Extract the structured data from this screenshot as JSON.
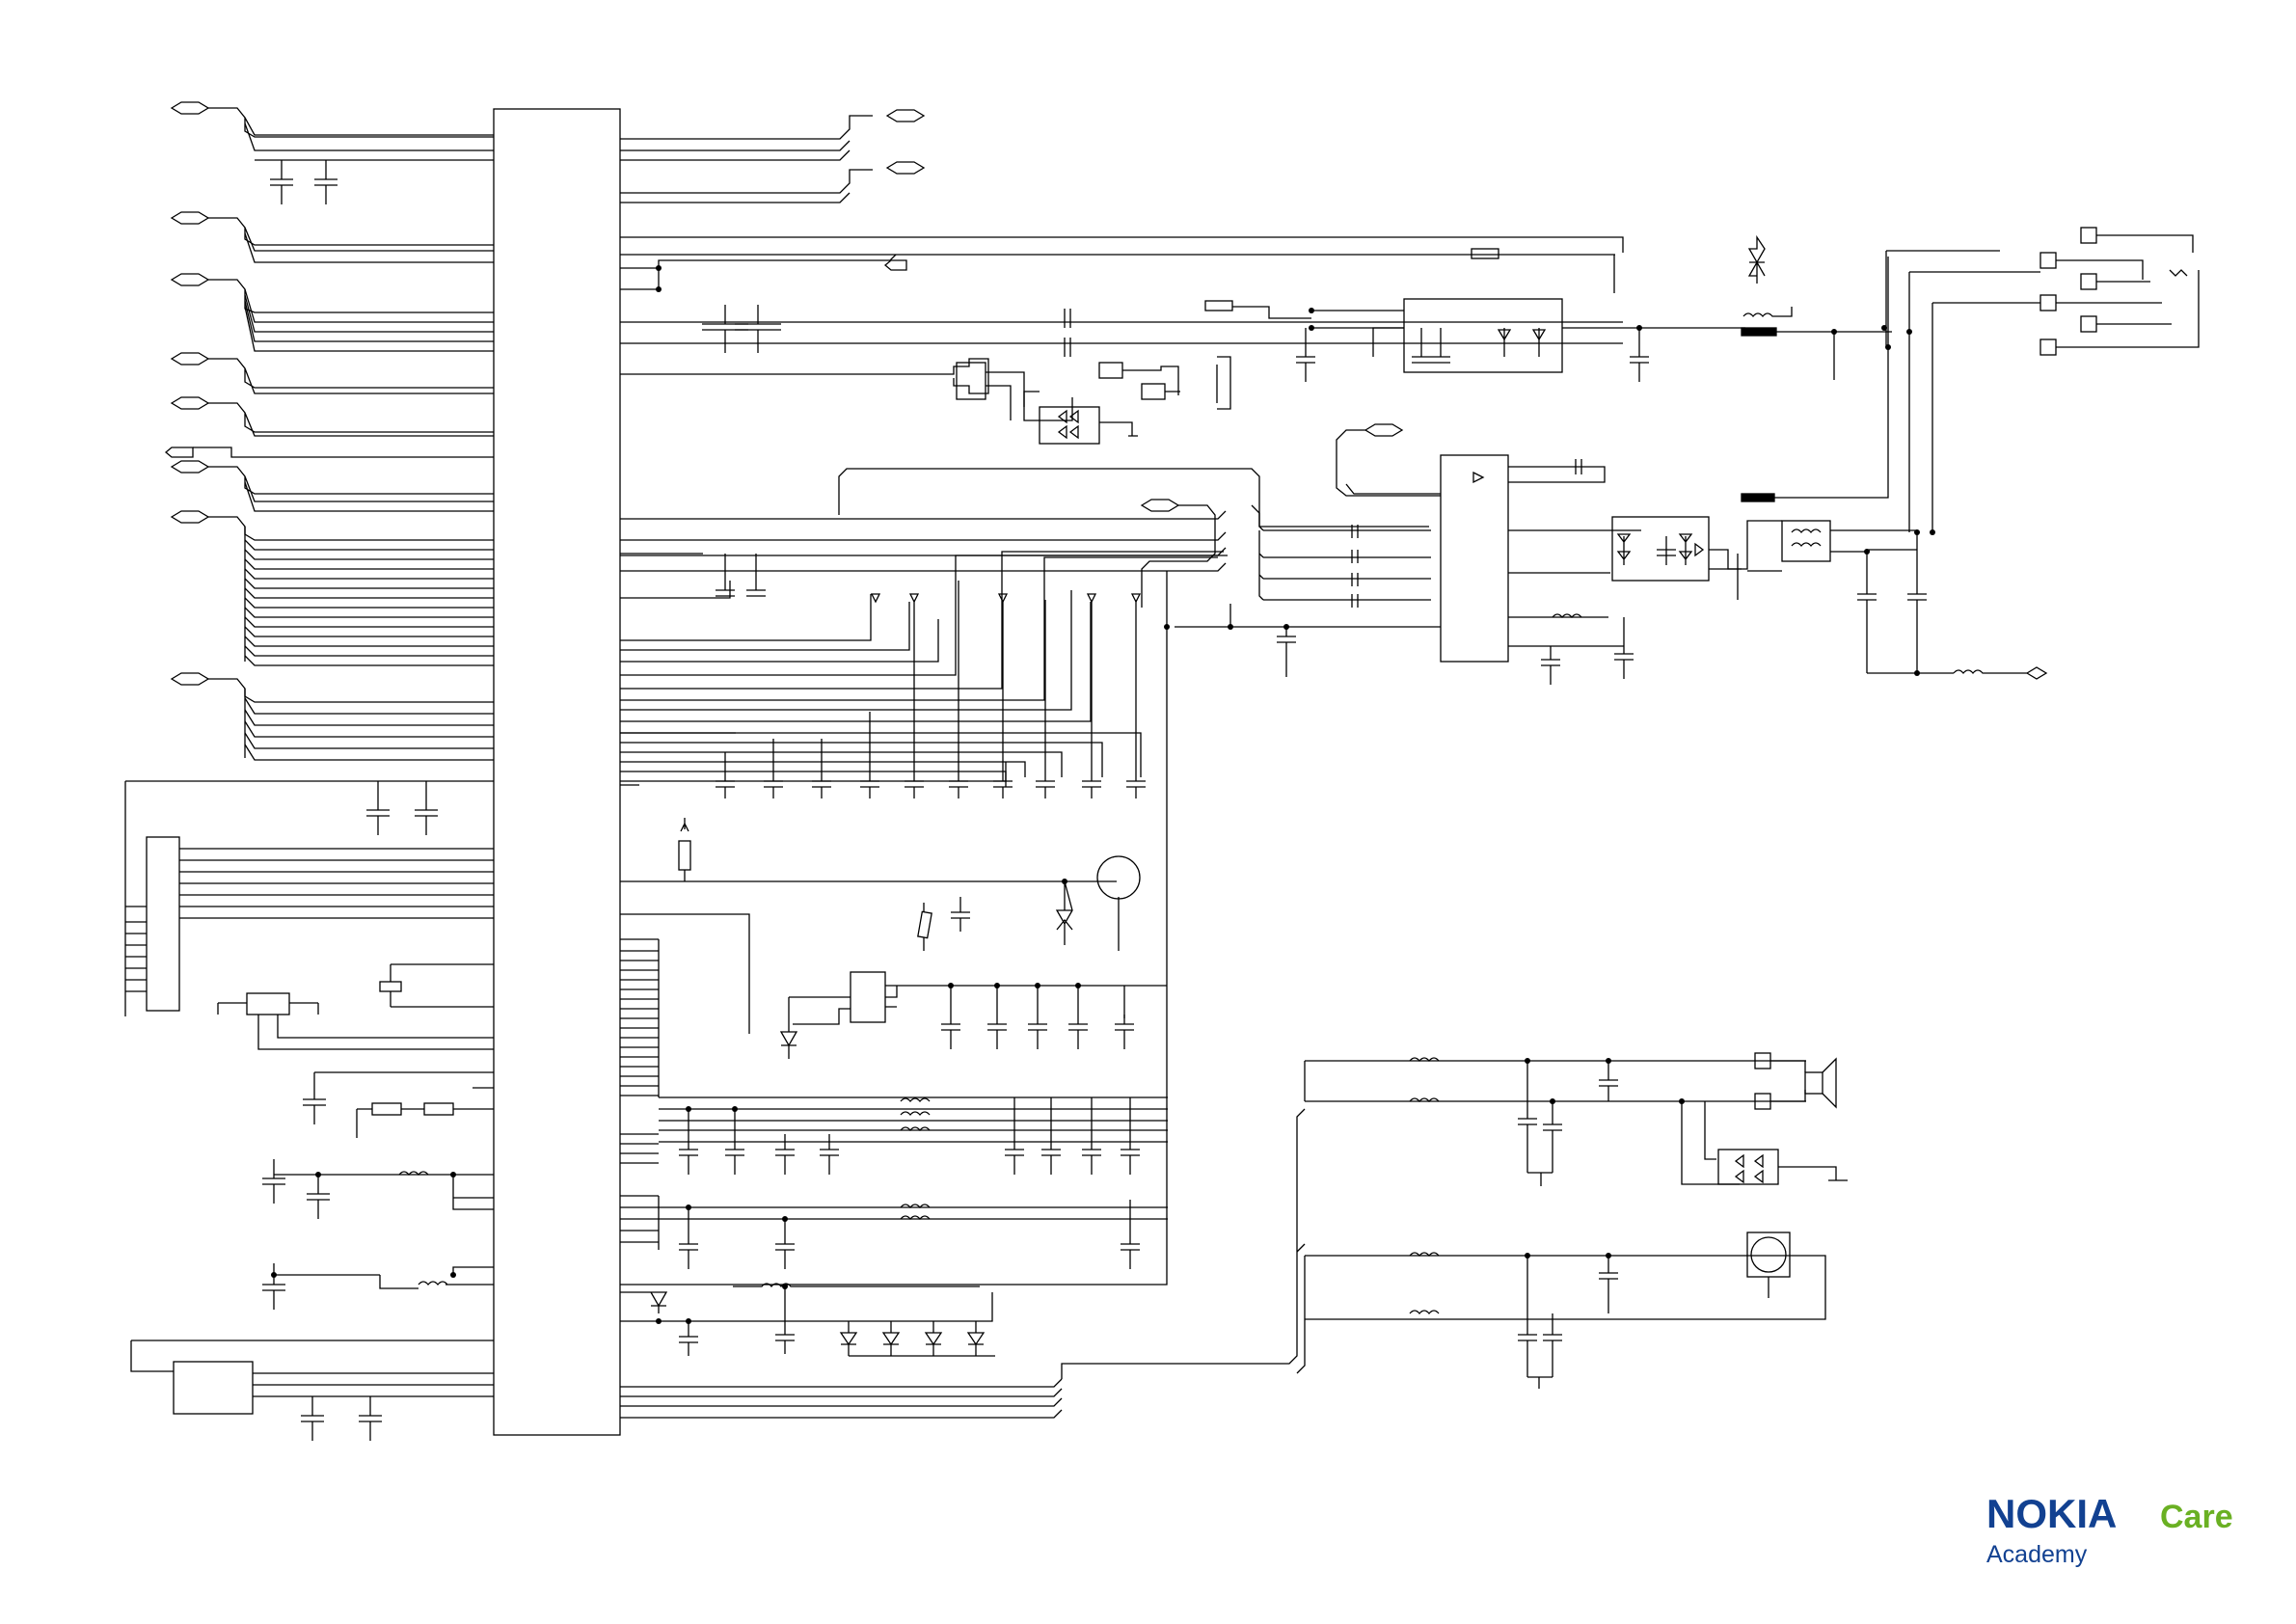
{
  "logo": {
    "brand": "NOKIA",
    "sub": "Care",
    "line2": "Academy",
    "brand_color": "#124191",
    "sub_color": "#6ab023"
  },
  "colors": {
    "line": "#000000",
    "background": "#ffffff"
  }
}
